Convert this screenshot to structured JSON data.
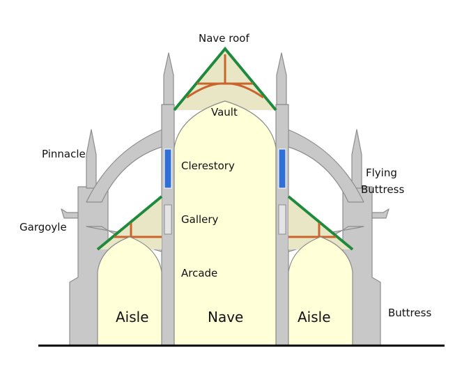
{
  "labels": {
    "nave_roof": "Nave roof",
    "vault": "Vault",
    "clerestory": "Clerestory",
    "gallery": "Gallery",
    "arcade": "Arcade",
    "pinnacle": "Pinnacle",
    "gargoyle": "Gargoyle",
    "flying": "Flying",
    "buttress_of_flying": "Buttress",
    "buttress": "Buttress",
    "aisle_left": "Aisle",
    "nave": "Nave",
    "aisle_right": "Aisle"
  },
  "colors": {
    "stone": "#c8c8c8",
    "stone_edge": "#8c8c8c",
    "interior": "#ffffd8",
    "roof_space": "#e8e6c4",
    "roof_green": "#1f8a3c",
    "timber": "#c8642c",
    "window_blue": "#2f6fd6",
    "ground": "#000000"
  }
}
